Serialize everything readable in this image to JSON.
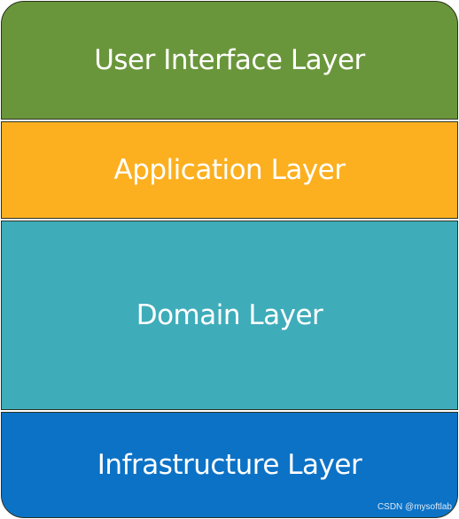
{
  "diagram": {
    "layers": [
      {
        "label": "User Interface Layer",
        "color": "#6a963b"
      },
      {
        "label": "Application Layer",
        "color": "#fcb020"
      },
      {
        "label": "Domain Layer",
        "color": "#3facba"
      },
      {
        "label": "Infrastructure Layer",
        "color": "#0c72c6"
      }
    ]
  },
  "watermark": "CSDN @mysoftlab"
}
